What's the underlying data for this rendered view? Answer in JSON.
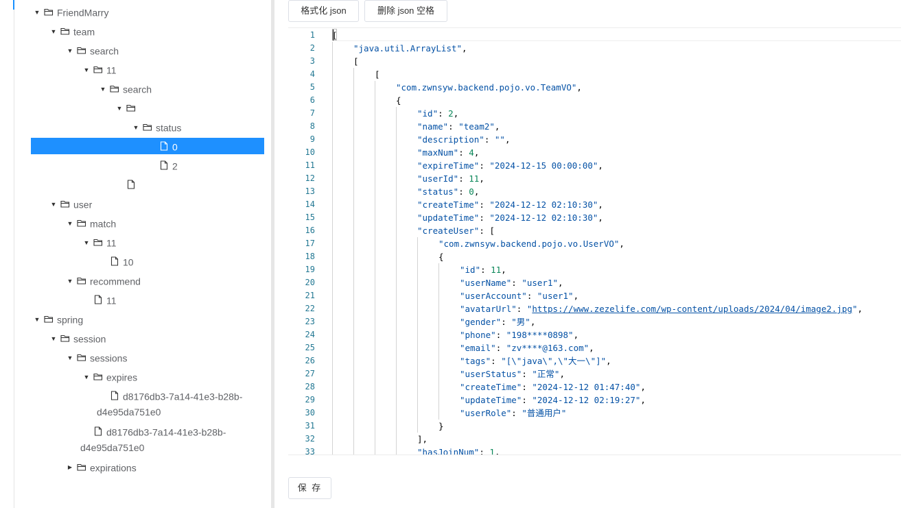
{
  "tree": {
    "nodes": [
      {
        "label": "FriendMarry",
        "level": 0,
        "type": "folder",
        "expanded": true
      },
      {
        "label": "team",
        "level": 1,
        "type": "folder",
        "expanded": true
      },
      {
        "label": "search",
        "level": 2,
        "type": "folder",
        "expanded": true
      },
      {
        "label": "11",
        "level": 3,
        "type": "folder",
        "expanded": true
      },
      {
        "label": "search",
        "level": 4,
        "type": "folder",
        "expanded": true
      },
      {
        "label": "",
        "level": 5,
        "type": "folder",
        "expanded": true
      },
      {
        "label": "status",
        "level": 6,
        "type": "folder",
        "expanded": true
      },
      {
        "label": "0",
        "level": 7,
        "type": "file",
        "selected": true
      },
      {
        "label": "2",
        "level": 7,
        "type": "file"
      },
      {
        "label": "",
        "level": 5,
        "type": "file"
      },
      {
        "label": "user",
        "level": 1,
        "type": "folder",
        "expanded": true
      },
      {
        "label": "match",
        "level": 2,
        "type": "folder",
        "expanded": true
      },
      {
        "label": "11",
        "level": 3,
        "type": "folder",
        "expanded": true
      },
      {
        "label": "10",
        "level": 4,
        "type": "file"
      },
      {
        "label": "recommend",
        "level": 2,
        "type": "folder",
        "expanded": true
      },
      {
        "label": "11",
        "level": 3,
        "type": "file"
      },
      {
        "label": "spring",
        "level": 0,
        "type": "folder",
        "expanded": true
      },
      {
        "label": "session",
        "level": 1,
        "type": "folder",
        "expanded": true
      },
      {
        "label": "sessions",
        "level": 2,
        "type": "folder",
        "expanded": true
      },
      {
        "label": "expires",
        "level": 3,
        "type": "folder",
        "expanded": true
      },
      {
        "label": "d8176db3-7a14-41e3-b28b-",
        "label2": "d4e95da751e0",
        "level": 4,
        "type": "file"
      },
      {
        "label": "d8176db3-7a14-41e3-b28b-",
        "label2": "d4e95da751e0",
        "level": 3,
        "type": "file"
      },
      {
        "label": "expirations",
        "level": 2,
        "type": "folder",
        "expanded": false
      }
    ]
  },
  "toolbar": {
    "format_label": "格式化 json",
    "strip_label": "删除 json 空格",
    "save_label": "保 存"
  },
  "editor": {
    "lines": [
      {
        "indent": 0,
        "tokens": [
          [
            "p",
            "["
          ]
        ]
      },
      {
        "indent": 1,
        "tokens": [
          [
            "str",
            "\"java.util.ArrayList\""
          ],
          [
            "p",
            ","
          ]
        ]
      },
      {
        "indent": 1,
        "tokens": [
          [
            "p",
            "["
          ]
        ]
      },
      {
        "indent": 2,
        "tokens": [
          [
            "p",
            "["
          ]
        ]
      },
      {
        "indent": 3,
        "tokens": [
          [
            "str",
            "\"com.zwnsyw.backend.pojo.vo.TeamVO\""
          ],
          [
            "p",
            ","
          ]
        ]
      },
      {
        "indent": 3,
        "tokens": [
          [
            "p",
            "{"
          ]
        ]
      },
      {
        "indent": 4,
        "tokens": [
          [
            "key",
            "\"id\""
          ],
          [
            "p",
            ": "
          ],
          [
            "num",
            "2"
          ],
          [
            "p",
            ","
          ]
        ]
      },
      {
        "indent": 4,
        "tokens": [
          [
            "key",
            "\"name\""
          ],
          [
            "p",
            ": "
          ],
          [
            "str",
            "\"team2\""
          ],
          [
            "p",
            ","
          ]
        ]
      },
      {
        "indent": 4,
        "tokens": [
          [
            "key",
            "\"description\""
          ],
          [
            "p",
            ": "
          ],
          [
            "str",
            "\"\""
          ],
          [
            "p",
            ","
          ]
        ]
      },
      {
        "indent": 4,
        "tokens": [
          [
            "key",
            "\"maxNum\""
          ],
          [
            "p",
            ": "
          ],
          [
            "num",
            "4"
          ],
          [
            "p",
            ","
          ]
        ]
      },
      {
        "indent": 4,
        "tokens": [
          [
            "key",
            "\"expireTime\""
          ],
          [
            "p",
            ": "
          ],
          [
            "str",
            "\"2024-12-15 00:00:00\""
          ],
          [
            "p",
            ","
          ]
        ]
      },
      {
        "indent": 4,
        "tokens": [
          [
            "key",
            "\"userId\""
          ],
          [
            "p",
            ": "
          ],
          [
            "num",
            "11"
          ],
          [
            "p",
            ","
          ]
        ]
      },
      {
        "indent": 4,
        "tokens": [
          [
            "key",
            "\"status\""
          ],
          [
            "p",
            ": "
          ],
          [
            "num",
            "0"
          ],
          [
            "p",
            ","
          ]
        ]
      },
      {
        "indent": 4,
        "tokens": [
          [
            "key",
            "\"createTime\""
          ],
          [
            "p",
            ": "
          ],
          [
            "str",
            "\"2024-12-12 02:10:30\""
          ],
          [
            "p",
            ","
          ]
        ]
      },
      {
        "indent": 4,
        "tokens": [
          [
            "key",
            "\"updateTime\""
          ],
          [
            "p",
            ": "
          ],
          [
            "str",
            "\"2024-12-12 02:10:30\""
          ],
          [
            "p",
            ","
          ]
        ]
      },
      {
        "indent": 4,
        "tokens": [
          [
            "key",
            "\"createUser\""
          ],
          [
            "p",
            ": ["
          ]
        ]
      },
      {
        "indent": 5,
        "tokens": [
          [
            "str",
            "\"com.zwnsyw.backend.pojo.vo.UserVO\""
          ],
          [
            "p",
            ","
          ]
        ]
      },
      {
        "indent": 5,
        "tokens": [
          [
            "p",
            "{"
          ]
        ]
      },
      {
        "indent": 6,
        "tokens": [
          [
            "key",
            "\"id\""
          ],
          [
            "p",
            ": "
          ],
          [
            "num",
            "11"
          ],
          [
            "p",
            ","
          ]
        ]
      },
      {
        "indent": 6,
        "tokens": [
          [
            "key",
            "\"userName\""
          ],
          [
            "p",
            ": "
          ],
          [
            "str",
            "\"user1\""
          ],
          [
            "p",
            ","
          ]
        ]
      },
      {
        "indent": 6,
        "tokens": [
          [
            "key",
            "\"userAccount\""
          ],
          [
            "p",
            ": "
          ],
          [
            "str",
            "\"user1\""
          ],
          [
            "p",
            ","
          ]
        ]
      },
      {
        "indent": 6,
        "tokens": [
          [
            "key",
            "\"avatarUrl\""
          ],
          [
            "p",
            ": "
          ],
          [
            "str",
            "\""
          ],
          [
            "url",
            "https://www.zezelife.com/wp-content/uploads/2024/04/image2.jpg"
          ],
          [
            "str",
            "\""
          ],
          [
            "p",
            ","
          ]
        ]
      },
      {
        "indent": 6,
        "tokens": [
          [
            "key",
            "\"gender\""
          ],
          [
            "p",
            ": "
          ],
          [
            "str",
            "\"男\""
          ],
          [
            "p",
            ","
          ]
        ]
      },
      {
        "indent": 6,
        "tokens": [
          [
            "key",
            "\"phone\""
          ],
          [
            "p",
            ": "
          ],
          [
            "str",
            "\"198****0898\""
          ],
          [
            "p",
            ","
          ]
        ]
      },
      {
        "indent": 6,
        "tokens": [
          [
            "key",
            "\"email\""
          ],
          [
            "p",
            ": "
          ],
          [
            "str",
            "\"zv****@163.com\""
          ],
          [
            "p",
            ","
          ]
        ]
      },
      {
        "indent": 6,
        "tokens": [
          [
            "key",
            "\"tags\""
          ],
          [
            "p",
            ": "
          ],
          [
            "str",
            "\"[\\\"java\\\",\\\"大一\\\"]\""
          ],
          [
            "p",
            ","
          ]
        ]
      },
      {
        "indent": 6,
        "tokens": [
          [
            "key",
            "\"userStatus\""
          ],
          [
            "p",
            ": "
          ],
          [
            "str",
            "\"正常\""
          ],
          [
            "p",
            ","
          ]
        ]
      },
      {
        "indent": 6,
        "tokens": [
          [
            "key",
            "\"createTime\""
          ],
          [
            "p",
            ": "
          ],
          [
            "str",
            "\"2024-12-12 01:47:40\""
          ],
          [
            "p",
            ","
          ]
        ]
      },
      {
        "indent": 6,
        "tokens": [
          [
            "key",
            "\"updateTime\""
          ],
          [
            "p",
            ": "
          ],
          [
            "str",
            "\"2024-12-12 02:19:27\""
          ],
          [
            "p",
            ","
          ]
        ]
      },
      {
        "indent": 6,
        "tokens": [
          [
            "key",
            "\"userRole\""
          ],
          [
            "p",
            ": "
          ],
          [
            "str",
            "\"普通用户\""
          ]
        ]
      },
      {
        "indent": 5,
        "tokens": [
          [
            "p",
            "}"
          ]
        ]
      },
      {
        "indent": 4,
        "tokens": [
          [
            "p",
            "],"
          ]
        ]
      },
      {
        "indent": 4,
        "tokens": [
          [
            "key",
            "\"hasJoinNum\""
          ],
          [
            "p",
            ": "
          ],
          [
            "num",
            "1"
          ],
          [
            "p",
            ","
          ]
        ]
      }
    ]
  }
}
